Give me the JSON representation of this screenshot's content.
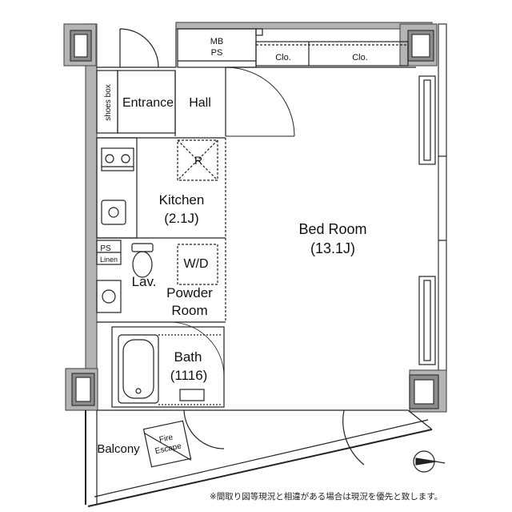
{
  "rooms": {
    "mb_ps": [
      "MB",
      "PS"
    ],
    "closet_1": "Clo.",
    "closet_2": "Clo.",
    "shoes_box": "shoes box",
    "entrance": "Entrance",
    "hall": "Hall",
    "fridge": "R",
    "kitchen": [
      "Kitchen",
      "(2.1J)"
    ],
    "bedroom": [
      "Bed Room",
      "(13.1J)"
    ],
    "ps": "PS",
    "linen": "Linen",
    "washer": "W/D",
    "lavatory": "Lav.",
    "powder_room": [
      "Powder",
      "Room"
    ],
    "bath": [
      "Bath",
      "(1116)"
    ],
    "balcony": "Balcony",
    "fire_escape": [
      "Fire",
      "Escape"
    ]
  },
  "footnote": "※間取り図等現況と相違がある場合は現況を優先と致します。",
  "colors": {
    "wall": "#b4b4b4",
    "line": "#222222",
    "column": "#555555"
  }
}
